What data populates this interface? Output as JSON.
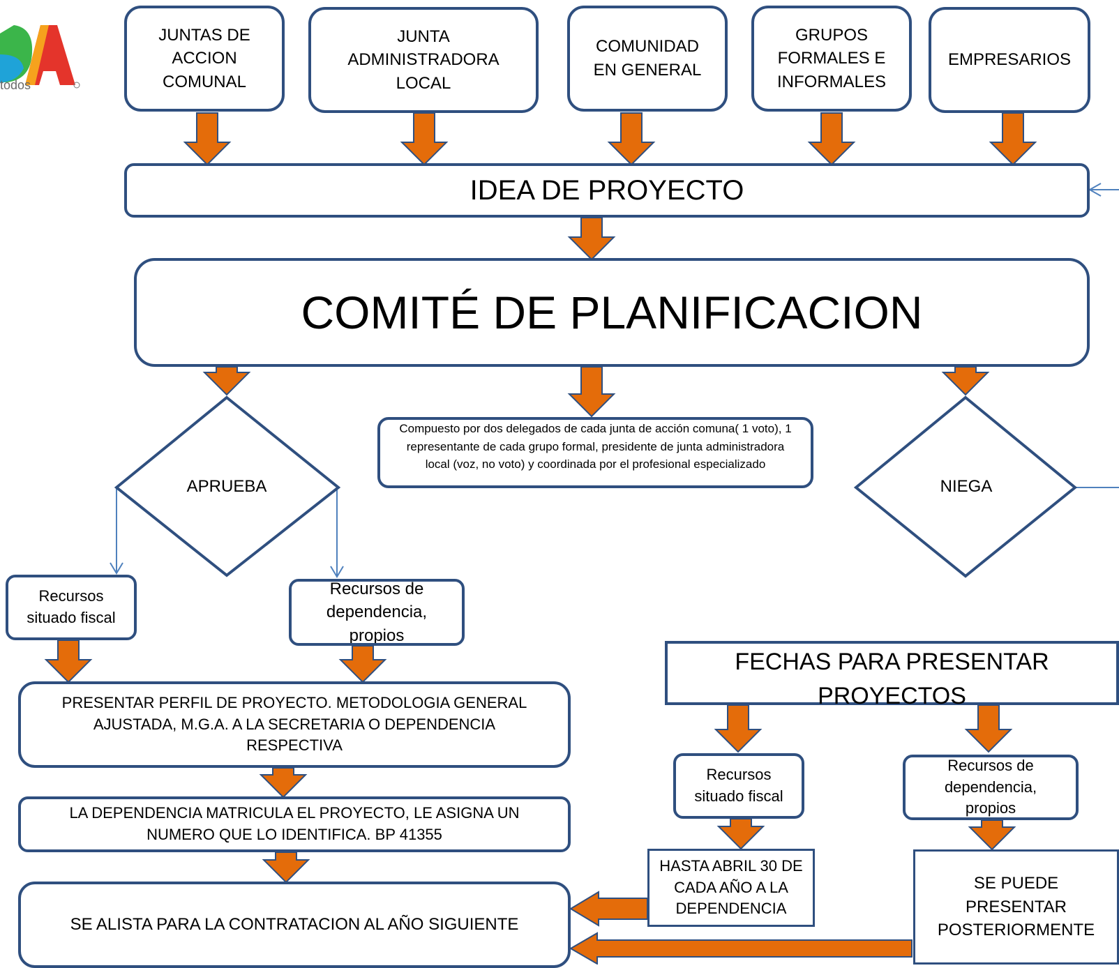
{
  "logo": {
    "text": "todos"
  },
  "sources": [
    {
      "id": "src-juntas-accion-comunal",
      "label": "JUNTAS DE ACCION COMUNAL"
    },
    {
      "id": "src-junta-administradora-local",
      "label": "JUNTA ADMINISTRADORA LOCAL"
    },
    {
      "id": "src-comunidad-general",
      "label": "COMUNIDAD EN GENERAL"
    },
    {
      "id": "src-grupos-formales",
      "label": "GRUPOS FORMALES E INFORMALES"
    },
    {
      "id": "src-empresarios",
      "label": "EMPRESARIOS"
    }
  ],
  "idea": {
    "label": "IDEA DE PROYECTO"
  },
  "comite": {
    "label": "COMITÉ DE PLANIFICACION"
  },
  "composicion": {
    "text": "Compuesto por dos delegados de cada junta de acción comuna( 1 voto), 1 representante de cada grupo formal, presidente de junta administradora local (voz, no voto) y coordinada  por el profesional especializado"
  },
  "decisiones": {
    "aprueba": "APRUEBA",
    "niega": "NIEGA"
  },
  "recursos_left": {
    "situado": "Recursos situado fiscal",
    "dependencia": "Recursos de dependencia, propios"
  },
  "pasos": {
    "perfil": "PRESENTAR PERFIL DE PROYECTO. METODOLOGIA GENERAL AJUSTADA, M.G.A. A LA  SECRETARIA O DEPENDENCIA RESPECTIVA",
    "matricula": "LA DEPENDENCIA  MATRICULA EL PROYECTO, LE ASIGNA UN NUMERO  QUE LO IDENTIFICA. BP  41355",
    "contratacion": "SE ALISTA PARA LA CONTRATACION  AL AÑO SIGUIENTE"
  },
  "fechas": {
    "title": "FECHAS PARA PRESENTAR PROYECTOS",
    "situado": "Recursos situado fiscal",
    "dependencia": "Recursos de dependencia, propios",
    "plazo_situado": "HASTA ABRIL 30 DE CADA AÑO A LA DEPENDENCIA",
    "plazo_dependencia": "SE PUEDE PRESENTAR POSTERIORMENTE"
  },
  "colors": {
    "arrow": "#e46c0a",
    "arrow_outline": "#2f4f7f",
    "box_border": "#2f4f7f",
    "connector": "#4f81bd"
  }
}
